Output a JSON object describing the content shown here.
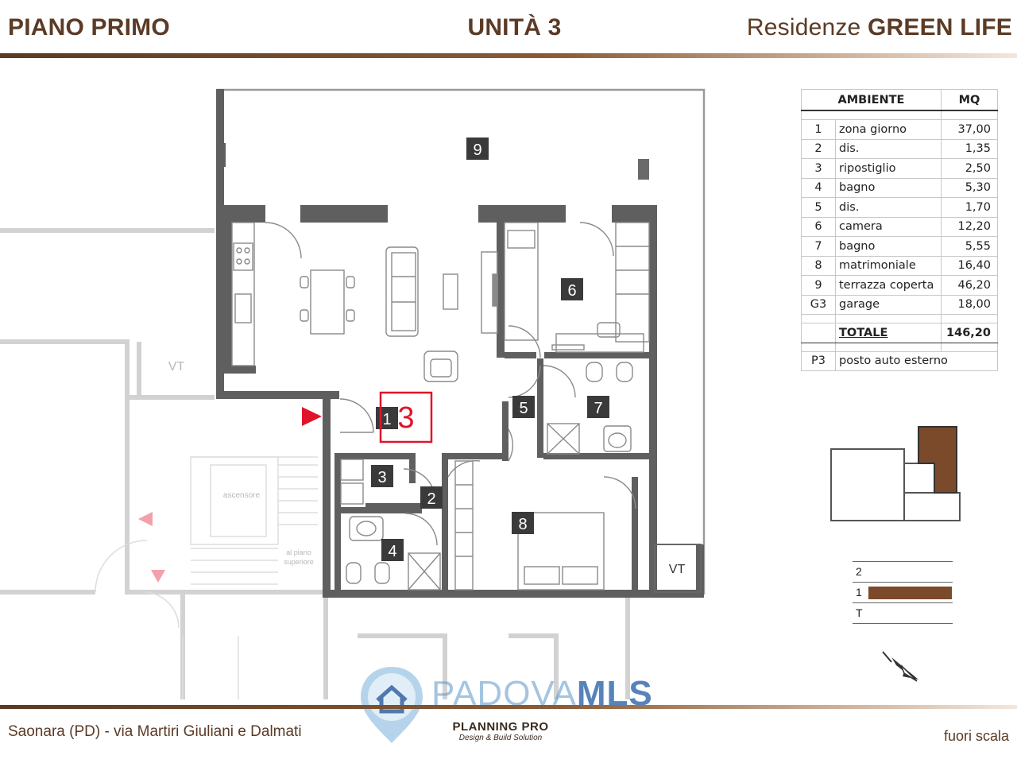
{
  "header": {
    "floor": "PIANO PRIMO",
    "unit": "UNITÀ 3",
    "project_prefix": "Residenze ",
    "project_name": "GREEN LIFE"
  },
  "plan": {
    "unit_number": "3",
    "room_tags": [
      "1",
      "2",
      "3",
      "4",
      "5",
      "6",
      "7",
      "8",
      "9"
    ],
    "labels": {
      "vt_left": "VT",
      "vt_right": "VT",
      "elevator": "ascensore",
      "stairs_line1": "al piano",
      "stairs_line2": "superiore"
    }
  },
  "table": {
    "header": {
      "room": "AMBIENTE",
      "area": "MQ"
    },
    "rows": [
      {
        "num": "1",
        "name": "zona giorno",
        "mq": "37,00"
      },
      {
        "num": "2",
        "name": "dis.",
        "mq": "1,35"
      },
      {
        "num": "3",
        "name": "ripostiglio",
        "mq": "2,50"
      },
      {
        "num": "4",
        "name": "bagno",
        "mq": "5,30"
      },
      {
        "num": "5",
        "name": "dis.",
        "mq": "1,70"
      },
      {
        "num": "6",
        "name": "camera",
        "mq": "12,20"
      },
      {
        "num": "7",
        "name": "bagno",
        "mq": "5,55"
      },
      {
        "num": "8",
        "name": "matrimoniale",
        "mq": "16,40"
      },
      {
        "num": "9",
        "name": "terrazza coperta",
        "mq": "46,20"
      },
      {
        "num": "G3",
        "name": "garage",
        "mq": "18,00"
      }
    ],
    "total": {
      "label": "TOTALE",
      "mq": "146,20"
    },
    "extra": {
      "num": "P3",
      "name": "posto auto esterno"
    }
  },
  "floor_indicator": {
    "levels": [
      "2",
      "1",
      "T"
    ],
    "active": "1"
  },
  "colors": {
    "brand_brown": "#7a4a2a",
    "wall": "#5a5a5a",
    "accent_red": "#e0142a"
  },
  "watermark": {
    "part1": "PADOVA",
    "part2": "MLS"
  },
  "footer": {
    "address": "Saonara (PD) - via Martiri Giuliani e Dalmati",
    "company": "PLANNING PRO",
    "tagline": "Design & Build Solution",
    "scale_note": "fuori scala"
  }
}
